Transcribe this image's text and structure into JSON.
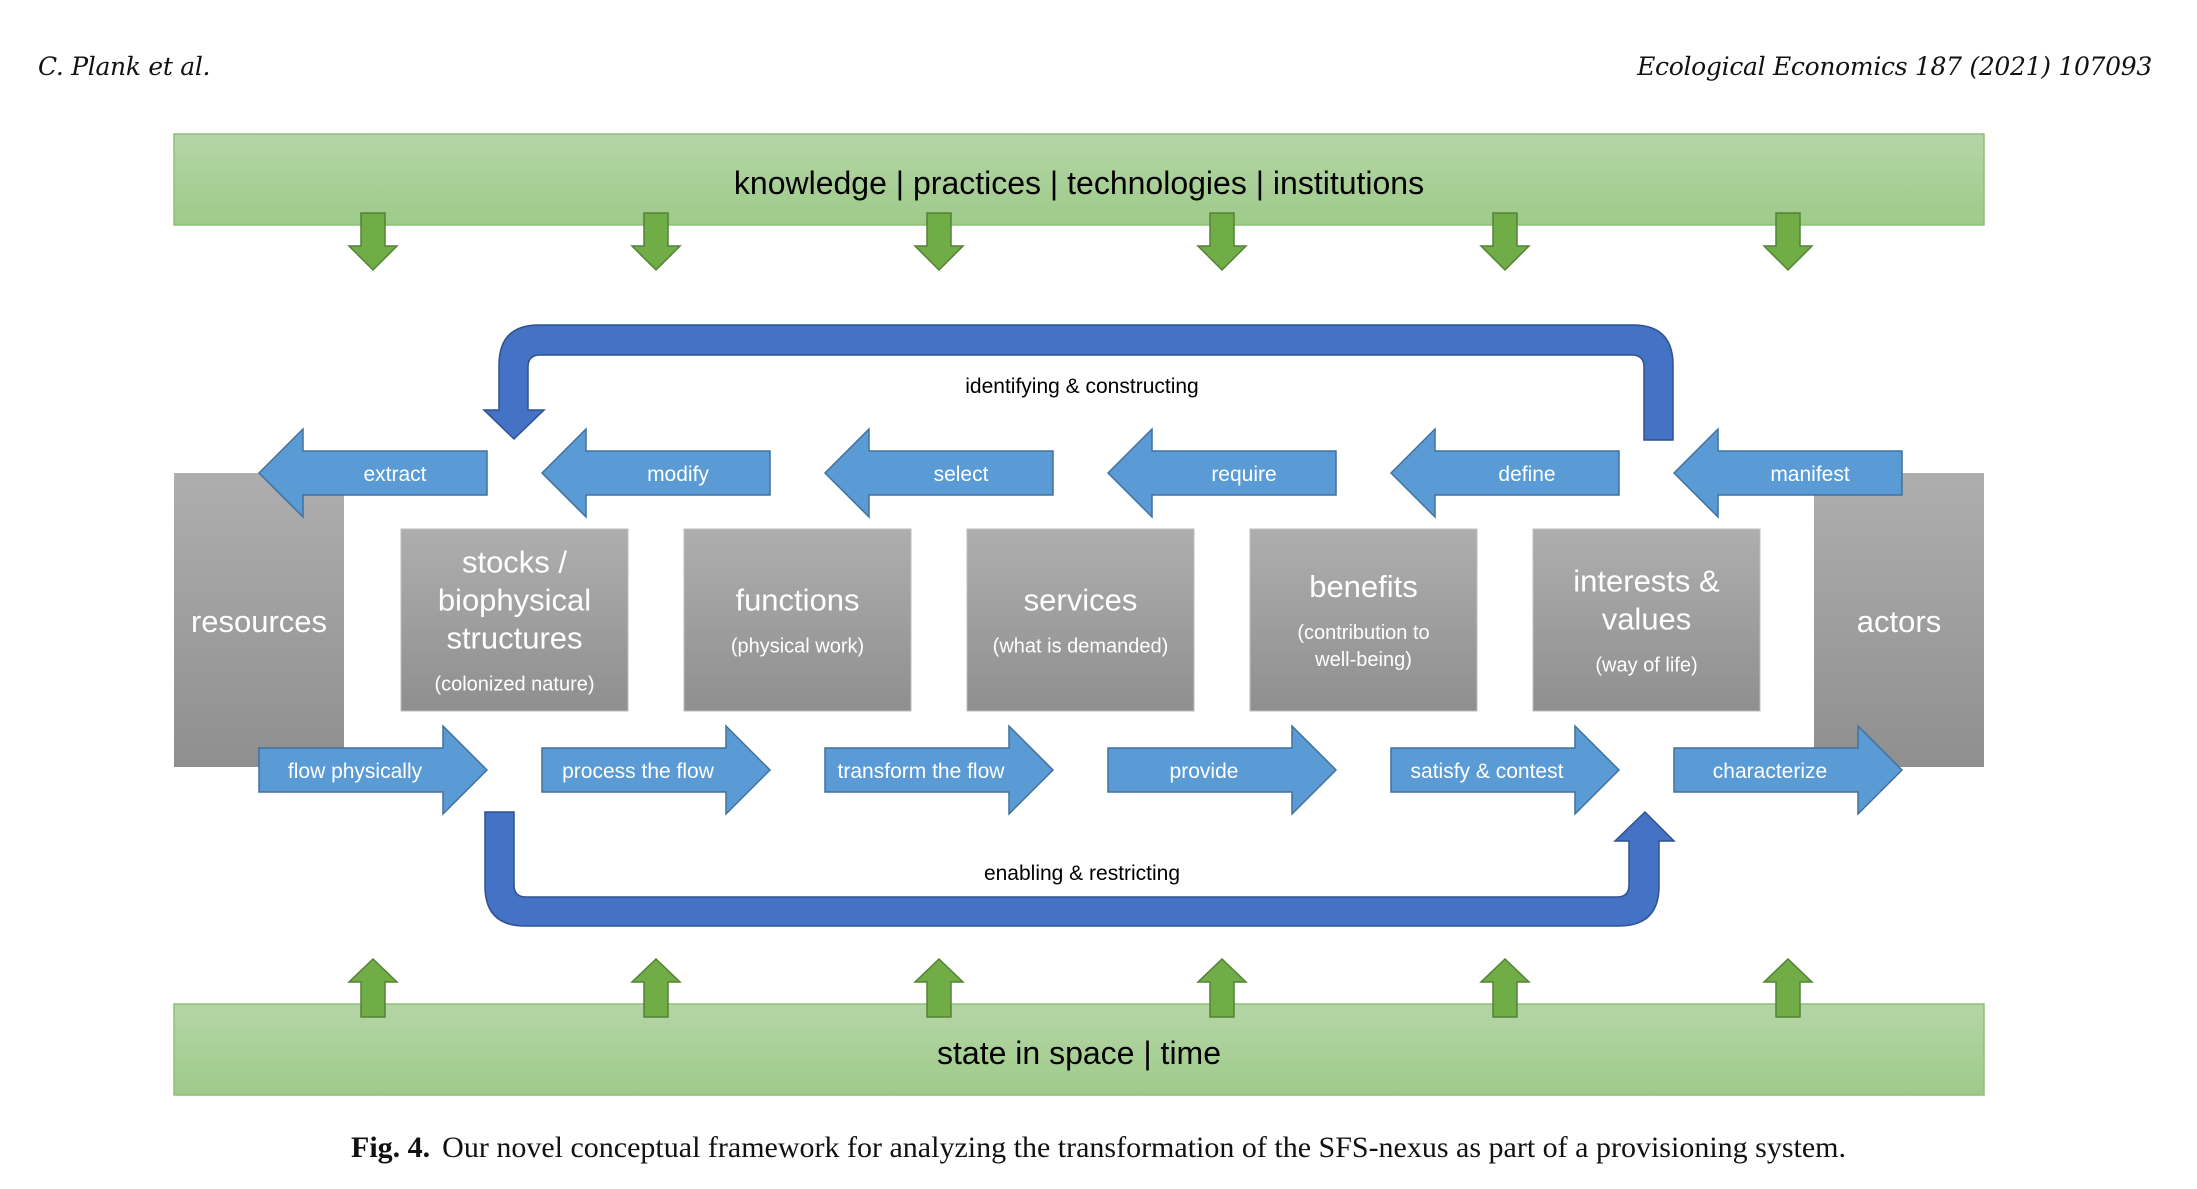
{
  "header": {
    "authors": "C. Plank et al.",
    "journal": "Ecological Economics 187 (2021) 107093"
  },
  "figure": {
    "top_bar": {
      "label": "knowledge | practices | technologies | institutions",
      "arrow_count": 6,
      "arrow_direction": "down"
    },
    "bottom_bar": {
      "label": "state in space | time",
      "arrow_count": 6,
      "arrow_direction": "up"
    },
    "side_boxes": {
      "left": "resources",
      "right": "actors"
    },
    "boxes": [
      {
        "title_lines": [
          "stocks /",
          "biophysical",
          "structures"
        ],
        "subtitle_lines": [
          "(colonized nature)"
        ]
      },
      {
        "title_lines": [
          "functions"
        ],
        "subtitle_lines": [
          "(physical work)"
        ]
      },
      {
        "title_lines": [
          "services"
        ],
        "subtitle_lines": [
          "(what is demanded)"
        ]
      },
      {
        "title_lines": [
          "benefits"
        ],
        "subtitle_lines": [
          "(contribution to",
          "well-being)"
        ]
      },
      {
        "title_lines": [
          "interests &",
          "values"
        ],
        "subtitle_lines": [
          "(way of life)"
        ]
      }
    ],
    "backward_arrows": [
      "extract",
      "modify",
      "select",
      "require",
      "define",
      "manifest"
    ],
    "forward_arrows": [
      "flow physically",
      "process the flow",
      "transform the flow",
      "provide",
      "satisfy & contest",
      "characterize"
    ],
    "top_loop": {
      "label": "identifying & constructing",
      "direction": "from interests & values to stocks"
    },
    "bottom_loop": {
      "label": "enabling & restricting",
      "direction": "from stocks to interests & values"
    },
    "colors": {
      "green_bar_top": "#b5d5a6",
      "green_bar_bottom": "#9ecb8a",
      "green_bar_border": "#8dbf78",
      "green_arrow": "#70ad47",
      "green_arrow_border": "#548235",
      "blue_arrow": "#5b9bd5",
      "blue_arrow_border": "#41719c",
      "loop_blue": "#4472c4",
      "loop_border": "#2f528f",
      "gray_top": "#aeaeae",
      "gray_bottom": "#8f8f8f",
      "box_text": "#ffffff"
    }
  },
  "caption": {
    "label": "Fig. 4.",
    "text": "Our novel conceptual framework for analyzing the transformation of the SFS-nexus as part of a provisioning system."
  }
}
